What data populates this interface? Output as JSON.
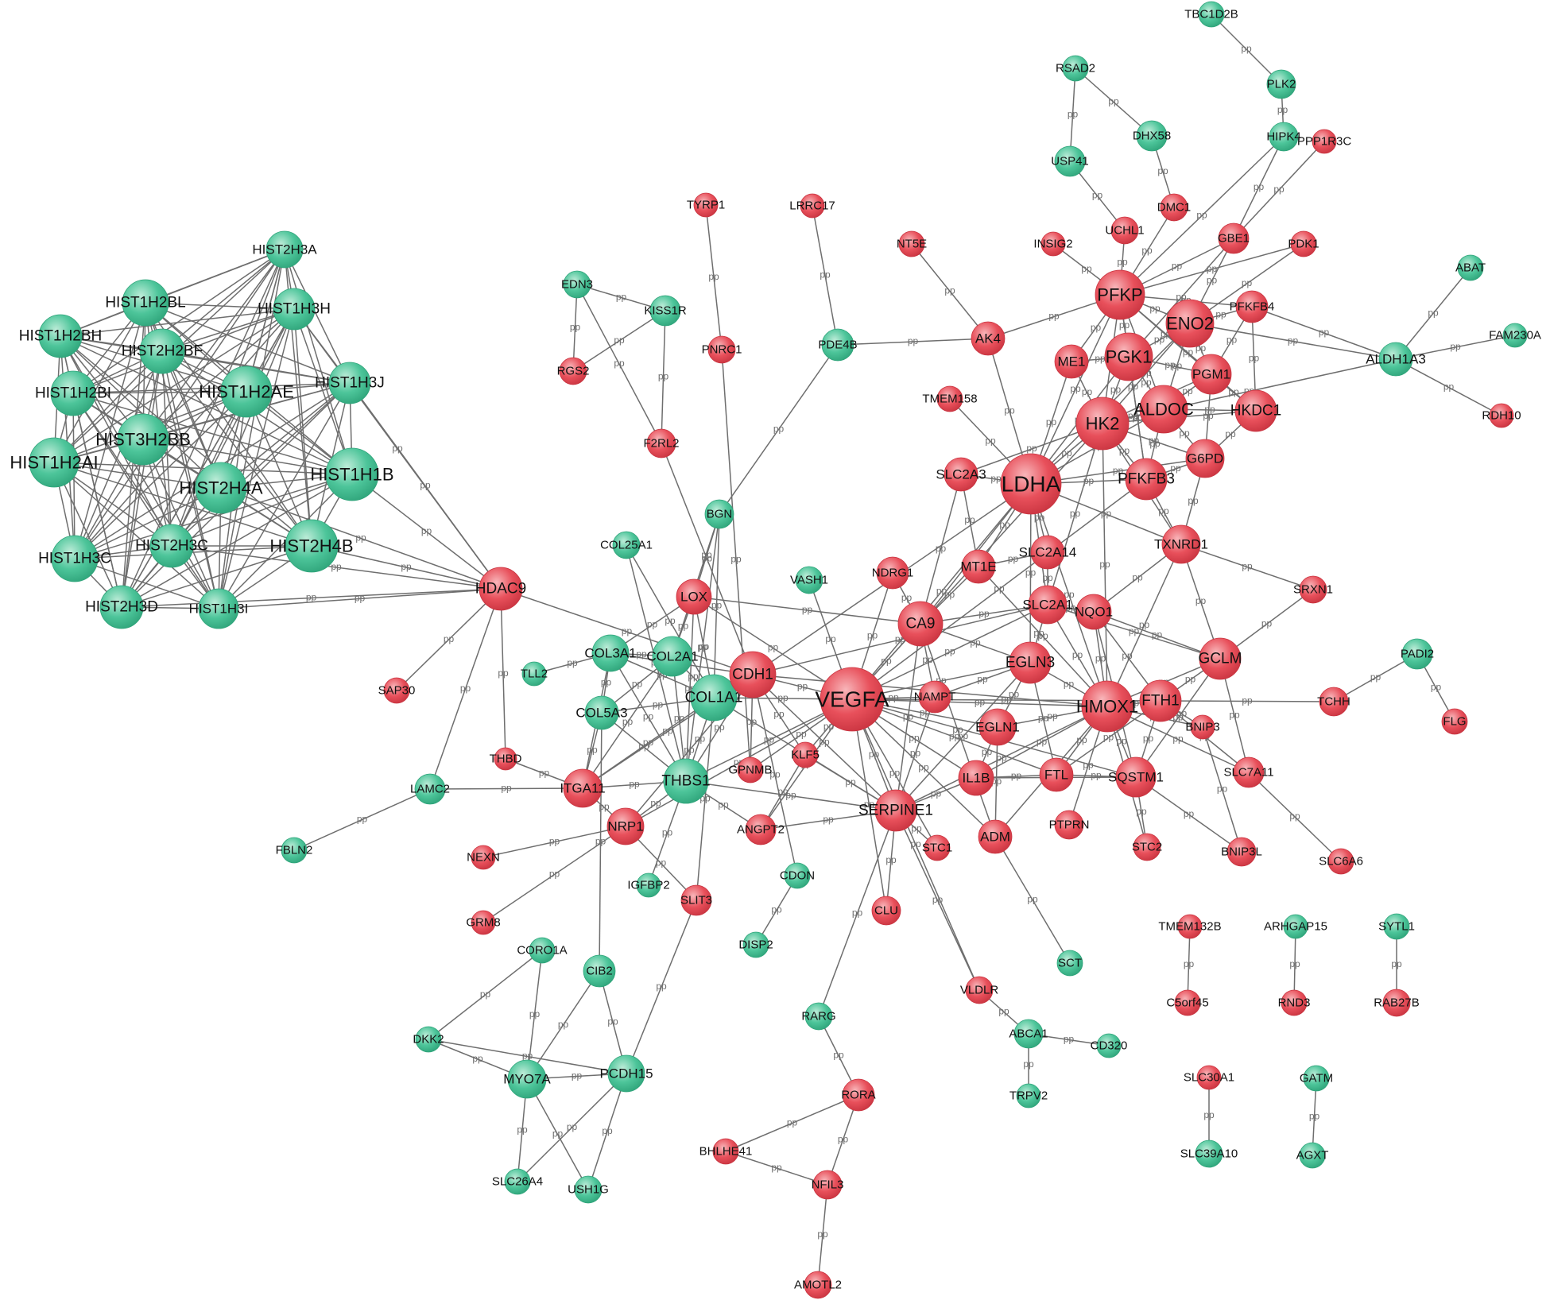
{
  "colors": {
    "up": "#e8505b",
    "down": "#4dc59a",
    "edge": "#6e6e6e",
    "label": "#111111"
  },
  "edge_label": "pp",
  "nodes": [
    {
      "id": "HIST2H3A",
      "type": "down"
    },
    {
      "id": "HIST1H2BL",
      "type": "down"
    },
    {
      "id": "HIST1H3H",
      "type": "down"
    },
    {
      "id": "HIST1H2BH",
      "type": "down"
    },
    {
      "id": "HIST2H2BF",
      "type": "down"
    },
    {
      "id": "HIST1H3J",
      "type": "down"
    },
    {
      "id": "HIST1H2BI",
      "type": "down"
    },
    {
      "id": "HIST1H2AE",
      "type": "down"
    },
    {
      "id": "HIST3H2BB",
      "type": "down"
    },
    {
      "id": "HIST1H2AI",
      "type": "down"
    },
    {
      "id": "HIST2H4A",
      "type": "down"
    },
    {
      "id": "HIST1H1B",
      "type": "down"
    },
    {
      "id": "HIST1H3C",
      "type": "down"
    },
    {
      "id": "HIST2H3C",
      "type": "down"
    },
    {
      "id": "HIST2H4B",
      "type": "down"
    },
    {
      "id": "HIST2H3D",
      "type": "down"
    },
    {
      "id": "HIST1H3I",
      "type": "down"
    },
    {
      "id": "HDAC9",
      "type": "up"
    },
    {
      "id": "SAP30",
      "type": "up"
    },
    {
      "id": "THBD",
      "type": "up"
    },
    {
      "id": "TLL2",
      "type": "down"
    },
    {
      "id": "LAMC2",
      "type": "down"
    },
    {
      "id": "FBLN2",
      "type": "down"
    },
    {
      "id": "ITGA11",
      "type": "up"
    },
    {
      "id": "NRP1",
      "type": "up"
    },
    {
      "id": "NEXN",
      "type": "up"
    },
    {
      "id": "GRM8",
      "type": "up"
    },
    {
      "id": "IGFBP2",
      "type": "down"
    },
    {
      "id": "SLIT3",
      "type": "up"
    },
    {
      "id": "CORO1A",
      "type": "down"
    },
    {
      "id": "CIB2",
      "type": "down"
    },
    {
      "id": "DKK2",
      "type": "down"
    },
    {
      "id": "MYO7A",
      "type": "down"
    },
    {
      "id": "PCDH15",
      "type": "down"
    },
    {
      "id": "SLC26A4",
      "type": "down"
    },
    {
      "id": "USH1G",
      "type": "down"
    },
    {
      "id": "TYRP1",
      "type": "up"
    },
    {
      "id": "EDN3",
      "type": "down"
    },
    {
      "id": "KISS1R",
      "type": "down"
    },
    {
      "id": "RGS2",
      "type": "up"
    },
    {
      "id": "PNRC1",
      "type": "up"
    },
    {
      "id": "F2RL2",
      "type": "up"
    },
    {
      "id": "LRRC17",
      "type": "up"
    },
    {
      "id": "PDE4B",
      "type": "down"
    },
    {
      "id": "BGN",
      "type": "down"
    },
    {
      "id": "COL25A1",
      "type": "down"
    },
    {
      "id": "LOX",
      "type": "up"
    },
    {
      "id": "COL3A1",
      "type": "down"
    },
    {
      "id": "COL2A1",
      "type": "down"
    },
    {
      "id": "COL5A3",
      "type": "down"
    },
    {
      "id": "COL1A1",
      "type": "down"
    },
    {
      "id": "CDH1",
      "type": "up"
    },
    {
      "id": "THBS1",
      "type": "down"
    },
    {
      "id": "GPNMB",
      "type": "up"
    },
    {
      "id": "KLF5",
      "type": "up"
    },
    {
      "id": "ANGPT2",
      "type": "up"
    },
    {
      "id": "VASH1",
      "type": "down"
    },
    {
      "id": "CDON",
      "type": "down"
    },
    {
      "id": "DISP2",
      "type": "down"
    },
    {
      "id": "VEGFA",
      "type": "up"
    },
    {
      "id": "SERPINE1",
      "type": "up"
    },
    {
      "id": "NDRG1",
      "type": "up"
    },
    {
      "id": "CA9",
      "type": "up"
    },
    {
      "id": "NAMPT",
      "type": "up"
    },
    {
      "id": "STC1",
      "type": "up"
    },
    {
      "id": "CLU",
      "type": "up"
    },
    {
      "id": "VLDLR",
      "type": "up"
    },
    {
      "id": "RARG",
      "type": "down"
    },
    {
      "id": "RORA",
      "type": "up"
    },
    {
      "id": "BHLHE41",
      "type": "up"
    },
    {
      "id": "NFIL3",
      "type": "up"
    },
    {
      "id": "AMOTL2",
      "type": "up"
    },
    {
      "id": "ABCA1",
      "type": "down"
    },
    {
      "id": "CD320",
      "type": "down"
    },
    {
      "id": "TRPV2",
      "type": "down"
    },
    {
      "id": "NT5E",
      "type": "up"
    },
    {
      "id": "AK4",
      "type": "up"
    },
    {
      "id": "TMEM158",
      "type": "up"
    },
    {
      "id": "SLC2A3",
      "type": "up"
    },
    {
      "id": "MT1E",
      "type": "up"
    },
    {
      "id": "SLC2A14",
      "type": "up"
    },
    {
      "id": "SLC2A1",
      "type": "up"
    },
    {
      "id": "LDHA",
      "type": "up"
    },
    {
      "id": "EGLN3",
      "type": "up"
    },
    {
      "id": "EGLN1",
      "type": "up"
    },
    {
      "id": "IL1B",
      "type": "up"
    },
    {
      "id": "ADM",
      "type": "up"
    },
    {
      "id": "SCT",
      "type": "down"
    },
    {
      "id": "FTL",
      "type": "up"
    },
    {
      "id": "PTPRN",
      "type": "up"
    },
    {
      "id": "HMOX1",
      "type": "up"
    },
    {
      "id": "SQSTM1",
      "type": "up"
    },
    {
      "id": "STC2",
      "type": "up"
    },
    {
      "id": "NQO1",
      "type": "up"
    },
    {
      "id": "FTH1",
      "type": "up"
    },
    {
      "id": "BNIP3",
      "type": "up"
    },
    {
      "id": "BNIP3L",
      "type": "up"
    },
    {
      "id": "SLC7A11",
      "type": "up"
    },
    {
      "id": "SLC6A6",
      "type": "up"
    },
    {
      "id": "GCLM",
      "type": "up"
    },
    {
      "id": "TXNRD1",
      "type": "up"
    },
    {
      "id": "SRXN1",
      "type": "up"
    },
    {
      "id": "TCHH",
      "type": "up"
    },
    {
      "id": "PADI2",
      "type": "down"
    },
    {
      "id": "FLG",
      "type": "up"
    },
    {
      "id": "PFKFB3",
      "type": "up"
    },
    {
      "id": "G6PD",
      "type": "up"
    },
    {
      "id": "HK2",
      "type": "up"
    },
    {
      "id": "ALDOC",
      "type": "up"
    },
    {
      "id": "HKDC1",
      "type": "up"
    },
    {
      "id": "PGM1",
      "type": "up"
    },
    {
      "id": "PGK1",
      "type": "up"
    },
    {
      "id": "ME1",
      "type": "up"
    },
    {
      "id": "ENO2",
      "type": "up"
    },
    {
      "id": "PFKP",
      "type": "up"
    },
    {
      "id": "PFKFB4",
      "type": "up"
    },
    {
      "id": "INSIG2",
      "type": "up"
    },
    {
      "id": "UCHL1",
      "type": "up"
    },
    {
      "id": "DMC1",
      "type": "up"
    },
    {
      "id": "GBE1",
      "type": "up"
    },
    {
      "id": "PDK1",
      "type": "up"
    },
    {
      "id": "PPP1R3C",
      "type": "up"
    },
    {
      "id": "DHX58",
      "type": "down"
    },
    {
      "id": "RSAD2",
      "type": "down"
    },
    {
      "id": "USP41",
      "type": "down"
    },
    {
      "id": "TBC1D2B",
      "type": "down"
    },
    {
      "id": "PLK2",
      "type": "down"
    },
    {
      "id": "HIPK4",
      "type": "down"
    },
    {
      "id": "ABAT",
      "type": "down"
    },
    {
      "id": "ALDH1A3",
      "type": "down"
    },
    {
      "id": "FAM230A",
      "type": "down"
    },
    {
      "id": "RDH10",
      "type": "up"
    },
    {
      "id": "TMEM132B",
      "type": "up"
    },
    {
      "id": "C5orf45",
      "type": "up"
    },
    {
      "id": "ARHGAP15",
      "type": "down"
    },
    {
      "id": "RND3",
      "type": "up"
    },
    {
      "id": "SYTL1",
      "type": "down"
    },
    {
      "id": "RAB27B",
      "type": "up"
    },
    {
      "id": "SLC30A1",
      "type": "up"
    },
    {
      "id": "SLC39A10",
      "type": "down"
    },
    {
      "id": "GATM",
      "type": "down"
    },
    {
      "id": "AGXT",
      "type": "down"
    }
  ]
}
